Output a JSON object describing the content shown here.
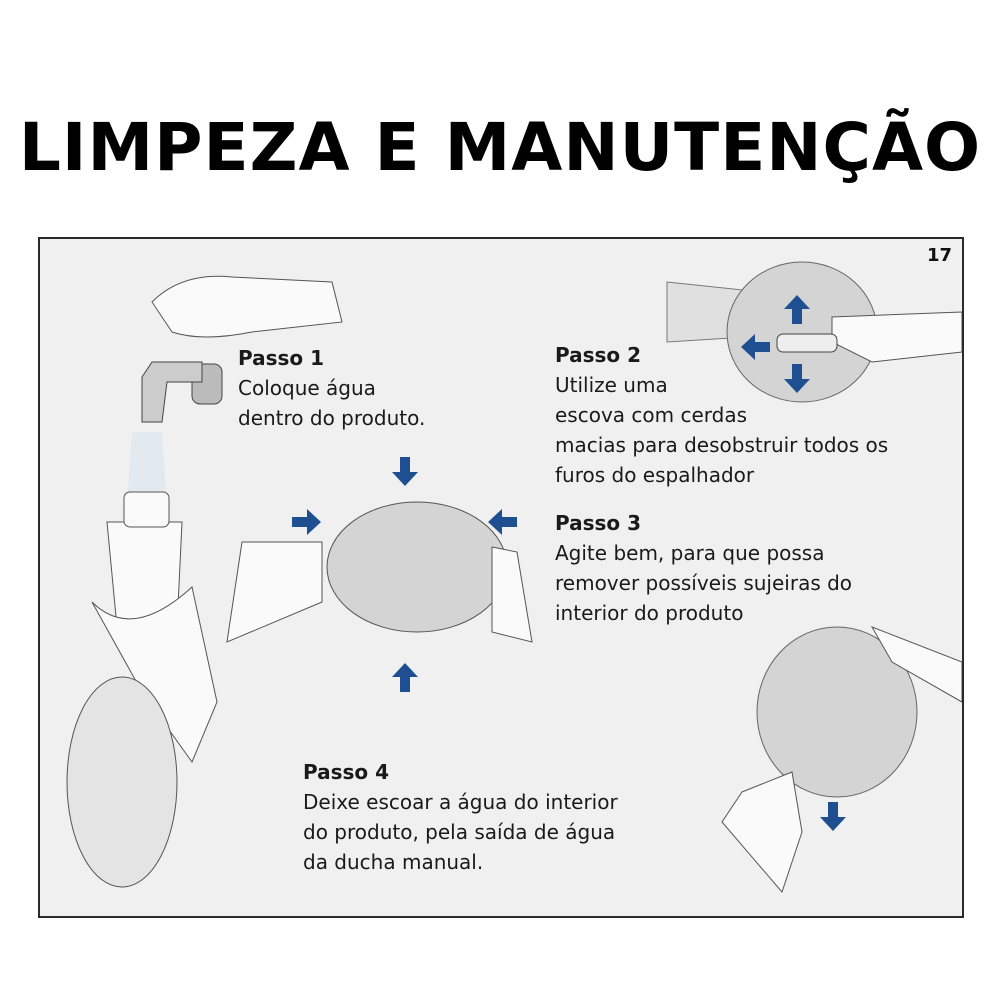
{
  "title": "LIMPEZA E MANUTENÇÃO",
  "page_number": "17",
  "arrow_color": "#1e4f91",
  "steps": [
    {
      "heading": "Passo 1",
      "lines": [
        "Coloque água",
        "dentro do produto."
      ]
    },
    {
      "heading": "Passo 2",
      "lines": [
        "Utilize uma",
        "escova com cerdas",
        "macias para desobstruir todos os",
        "furos do espalhador"
      ]
    },
    {
      "heading": "Passo 3",
      "lines": [
        "Agite bem, para que possa",
        "remover possíveis sujeiras do",
        "interior do produto"
      ]
    },
    {
      "heading": "Passo 4",
      "lines": [
        "Deixe escoar a água do interior",
        "do produto, pela saída de água",
        "da ducha manual."
      ]
    }
  ]
}
